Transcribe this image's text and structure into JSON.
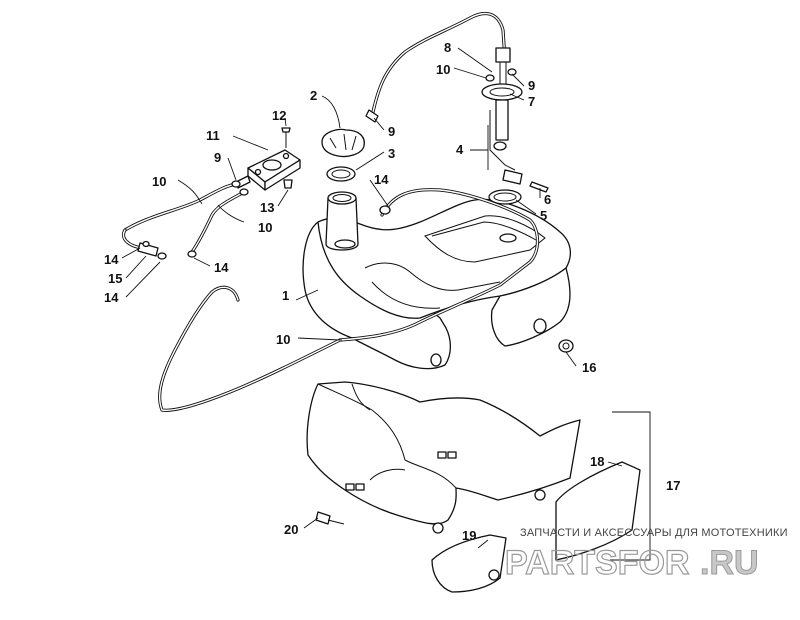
{
  "callouts": [
    {
      "id": "c1",
      "text": "1"
    },
    {
      "id": "c2",
      "text": "2"
    },
    {
      "id": "c3",
      "text": "3"
    },
    {
      "id": "c4",
      "text": "4"
    },
    {
      "id": "c5",
      "text": "5"
    },
    {
      "id": "c6",
      "text": "6"
    },
    {
      "id": "c7",
      "text": "7"
    },
    {
      "id": "c8",
      "text": "8"
    },
    {
      "id": "c9a",
      "text": "9"
    },
    {
      "id": "c9b",
      "text": "9"
    },
    {
      "id": "c9c",
      "text": "9"
    },
    {
      "id": "c10a",
      "text": "10"
    },
    {
      "id": "c10b",
      "text": "10"
    },
    {
      "id": "c10c",
      "text": "10"
    },
    {
      "id": "c10d",
      "text": "10"
    },
    {
      "id": "c11",
      "text": "11"
    },
    {
      "id": "c12",
      "text": "12"
    },
    {
      "id": "c13",
      "text": "13"
    },
    {
      "id": "c14a",
      "text": "14"
    },
    {
      "id": "c14b",
      "text": "14"
    },
    {
      "id": "c14c",
      "text": "14"
    },
    {
      "id": "c14d",
      "text": "14"
    },
    {
      "id": "c15",
      "text": "15"
    },
    {
      "id": "c16",
      "text": "16"
    },
    {
      "id": "c17",
      "text": "17"
    },
    {
      "id": "c18",
      "text": "18"
    },
    {
      "id": "c19",
      "text": "19"
    },
    {
      "id": "c20",
      "text": "20"
    }
  ],
  "watermark": {
    "tagline": "ЗАПЧАСТИ И АКСЕССУАРЫ ДЛЯ МОТОТЕХНИКИ",
    "logo": "PARTSFOR",
    "logo_suffix": ".RU"
  }
}
